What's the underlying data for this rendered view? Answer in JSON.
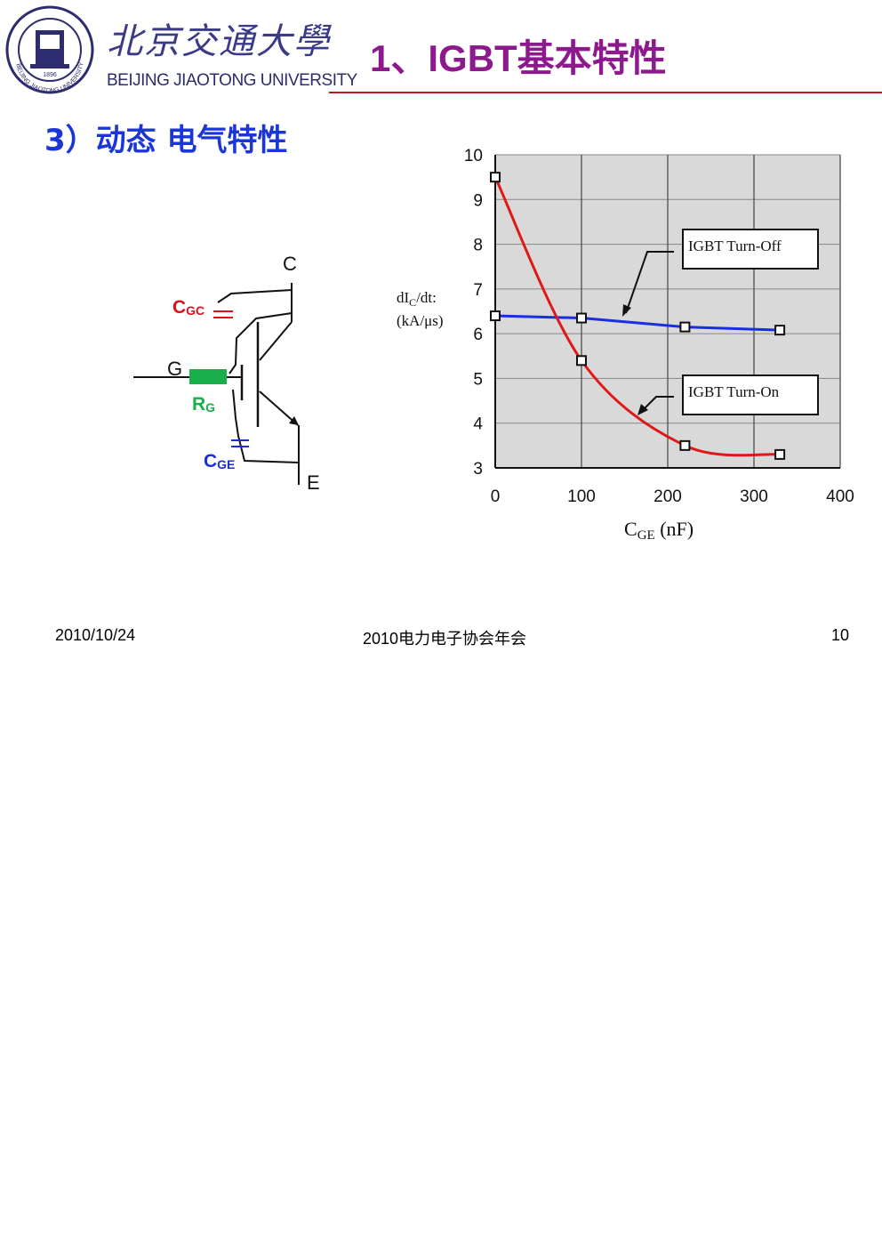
{
  "header": {
    "logo_text_cn": "北京交通大學",
    "logo_text_en": "BEIJING JIAOTONG UNIVERSITY",
    "seal_year": "1896",
    "seal_text": "BEIJING JIAOTONG UNIVERSITY",
    "slide_title": "1、IGBT基本特性"
  },
  "section": {
    "heading": "3）动态 电气特性"
  },
  "circuit": {
    "label_c": "C",
    "label_cgc_main": "C",
    "label_cgc_sub": "GC",
    "label_g": "G",
    "label_rg_main": "R",
    "label_rg_sub": "G",
    "label_cge_main": "C",
    "label_cge_sub": "GE",
    "label_e": "E",
    "colors": {
      "cgc": "#e0101a",
      "rg": "#19b04b",
      "cge": "#1c2fd6",
      "wire": "#111111"
    }
  },
  "chart_data": {
    "type": "line",
    "ylabel_line1_main": "dI",
    "ylabel_line1_sub": "C",
    "ylabel_line1_tail": "/dt:",
    "ylabel_line2": "(kA/μs)",
    "xlabel_main": "C",
    "xlabel_sub": "GE",
    "xlabel_tail": " (nF)",
    "xlim": [
      0,
      400
    ],
    "ylim": [
      3,
      10
    ],
    "xticks": [
      "0",
      "100",
      "200",
      "300",
      "400"
    ],
    "yticks": [
      "3",
      "4",
      "5",
      "6",
      "7",
      "8",
      "9",
      "10"
    ],
    "grid": true,
    "series": [
      {
        "name": "IGBT Turn-Off",
        "color": "#1a2ee0",
        "x": [
          0,
          100,
          220,
          330
        ],
        "y": [
          6.4,
          6.35,
          6.15,
          6.08
        ]
      },
      {
        "name": "IGBT Turn-On",
        "color": "#e01818",
        "x": [
          0,
          100,
          220,
          330
        ],
        "y": [
          9.5,
          5.4,
          3.5,
          3.3
        ]
      }
    ],
    "annotations": [
      "IGBT Turn-Off",
      "IGBT Turn-On"
    ]
  },
  "footer": {
    "date": "2010/10/24",
    "conference": "2010电力电子协会年会",
    "page_number": "10"
  }
}
